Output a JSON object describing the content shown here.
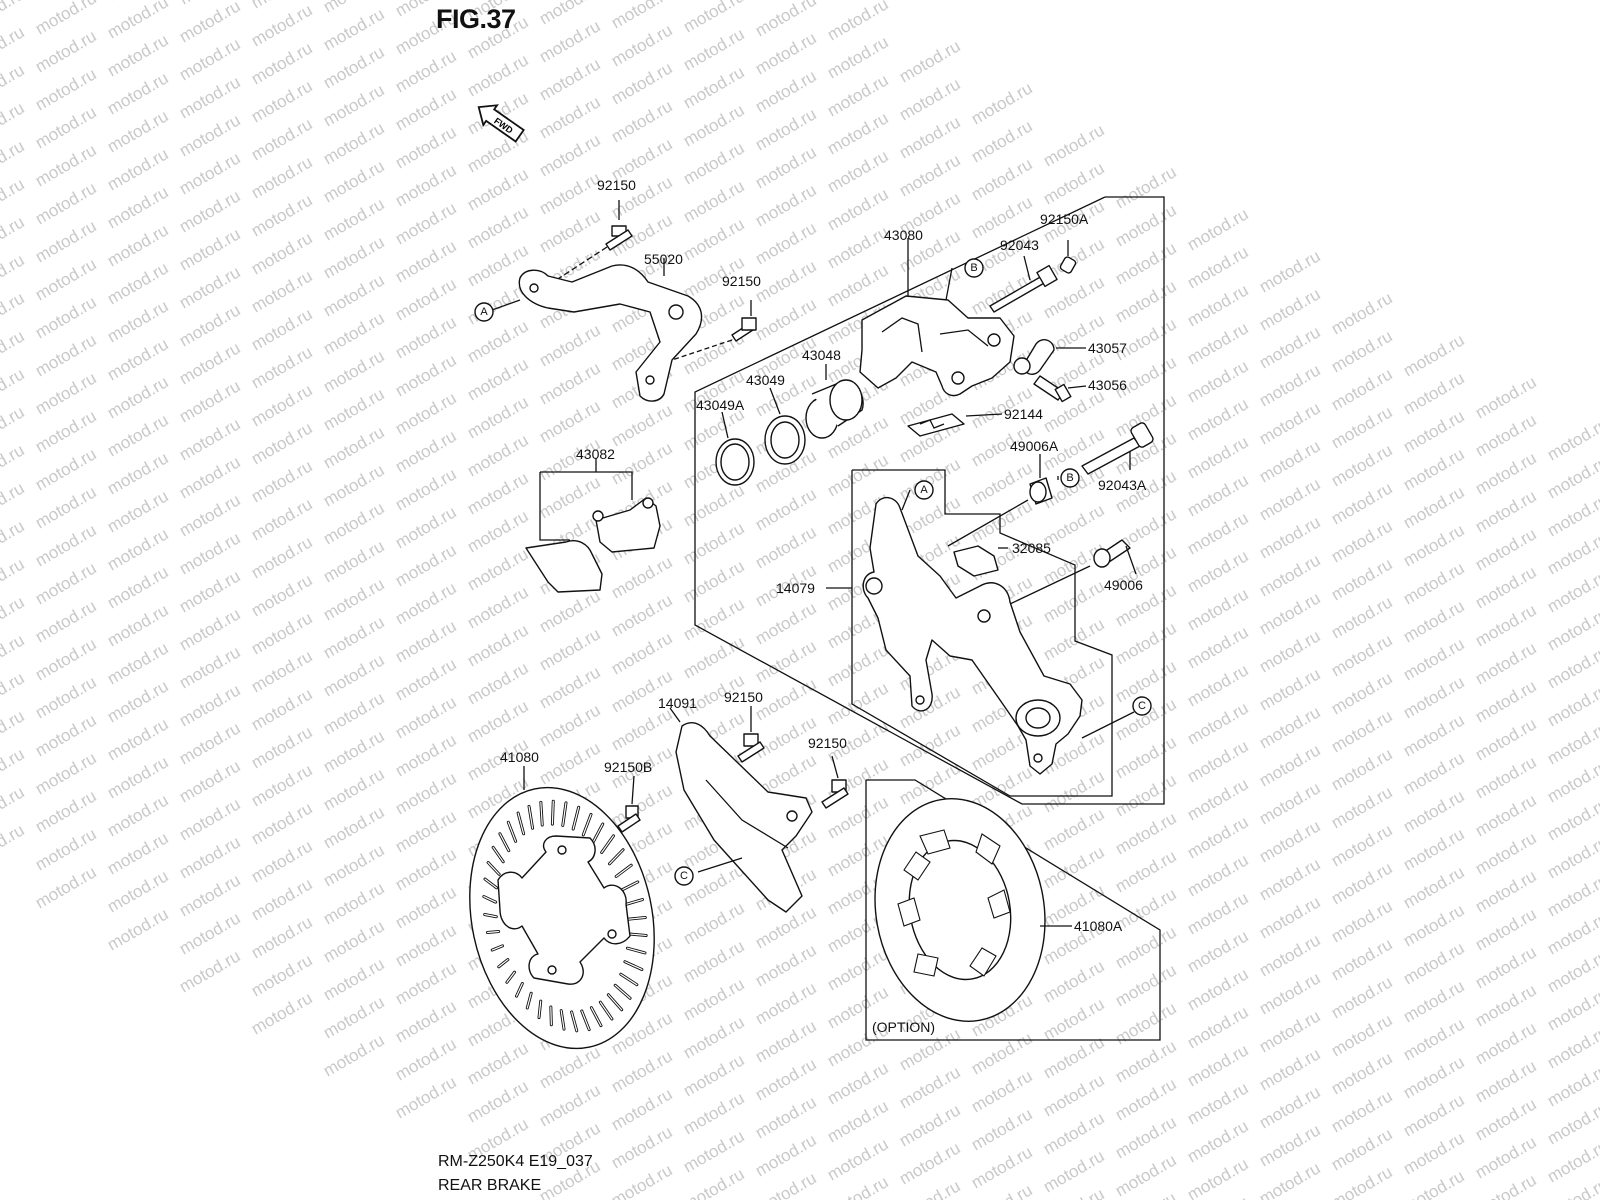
{
  "figure": {
    "title": "FIG.37",
    "direction_badge": "FWD"
  },
  "watermark": {
    "text": "motod.ru"
  },
  "footer": {
    "model_code": "RM-Z250K4 E19_037",
    "section_name": "REAR BRAKE"
  },
  "callouts": {
    "bolt_92150_top": "92150",
    "bracket_55020": "55020",
    "bolt_92150_bracket": "92150",
    "caliper_43080": "43080",
    "bolt_92150A": "92150A",
    "pin_92043": "92043",
    "cap_43057": "43057",
    "bleeder_43056": "43056",
    "piston_43048": "43048",
    "seal_43049": "43049",
    "seal_43049A": "43049A",
    "spring_92144": "92144",
    "pad_set_43082": "43082",
    "boot_49006A": "49006A",
    "pin_92043A": "92043A",
    "spring_32085": "32085",
    "holder_14079": "14079",
    "boot_49006": "49006",
    "guard_14091": "14091",
    "bolt_92150_guard_a": "92150",
    "bolt_92150_guard_b": "92150",
    "disc_41080": "41080",
    "bolt_92150B": "92150B",
    "disc_41080A": "41080A"
  },
  "reference_letters": {
    "a": "A",
    "b": "B",
    "c": "C"
  },
  "option_note": "(OPTION)"
}
